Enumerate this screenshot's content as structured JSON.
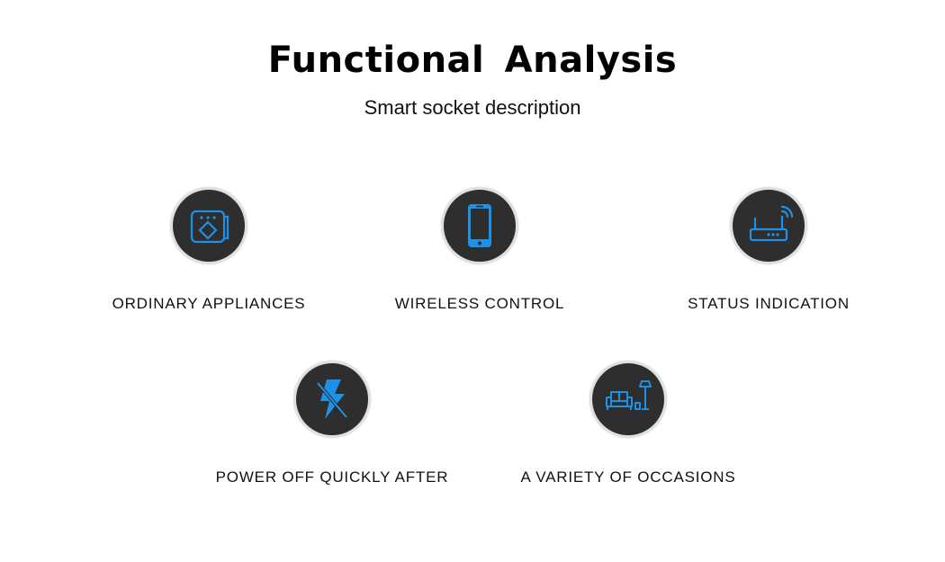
{
  "header": {
    "title": "Functional  Analysis",
    "subtitle": "Smart socket description"
  },
  "accent_color": "#1e90e6",
  "features": [
    {
      "label": "ORDINARY APPLIANCES",
      "icon": "socket-icon"
    },
    {
      "label": "WIRELESS CONTROL",
      "icon": "smartphone-icon"
    },
    {
      "label": "STATUS INDICATION",
      "icon": "router-icon"
    },
    {
      "label": "POWER OFF QUICKLY AFTER",
      "icon": "power-off-icon"
    },
    {
      "label": "A VARIETY OF OCCASIONS",
      "icon": "living-room-icon"
    }
  ]
}
